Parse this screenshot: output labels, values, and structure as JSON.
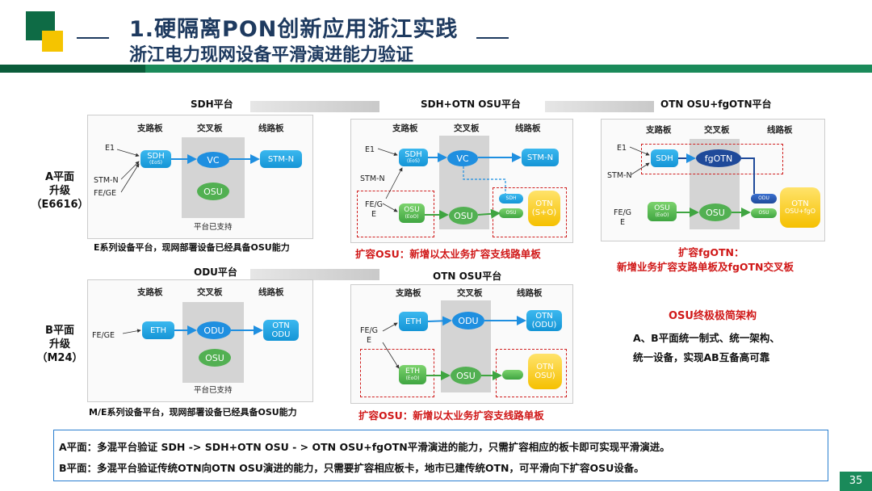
{
  "header": {
    "title": "1.硬隔离PON创新应用浙江实践",
    "subtitle": "浙江电力现网设备平滑演进能力验证"
  },
  "page_number": "35",
  "planes": {
    "a": [
      "A平面",
      "升级",
      "（E6616）"
    ],
    "b": [
      "B平面",
      "升级",
      "（M24）"
    ]
  },
  "panels": {
    "sdh": {
      "title": "SDH平台",
      "cols": [
        "支路板",
        "交叉板",
        "线路板"
      ],
      "inputs": [
        "E1",
        "STM-N",
        "FE/GE"
      ],
      "nodes": {
        "sdh": "SDH",
        "sdh_sub": "(EoS)",
        "vc": "VC",
        "stm": "STM-N",
        "osu": "OSU"
      },
      "note": "平台已支持",
      "caption": "E系列设备平台，现网部署设备已经具备OSU能力"
    },
    "sdh_otn": {
      "title": "SDH+OTN OSU平台",
      "cols": [
        "支路板",
        "交叉板",
        "线路板"
      ],
      "inputs": [
        "E1",
        "STM-N",
        "FE/G",
        "E"
      ],
      "nodes": {
        "sdh": "SDH",
        "sdh_sub": "(EoS)",
        "vc": "VC",
        "stm": "STM-N",
        "osu_trib": "OSU",
        "osu_trib_sub": "(EoO)",
        "osu": "OSU",
        "sdh_small": "SDH",
        "osu_small": "OSU",
        "otn": "OTN",
        "otn_sub": "(S+O)"
      },
      "caption": "扩容OSU：新增以太业务扩容支线路单板"
    },
    "fgotn": {
      "title": "OTN OSU+fgOTN平台",
      "cols": [
        "支路板",
        "交叉板",
        "线路板"
      ],
      "inputs": [
        "E1",
        "STM-N",
        "FE/G",
        "E"
      ],
      "nodes": {
        "sdh": "SDH",
        "fgotn": "fgOTN",
        "osu_trib": "OSU",
        "osu_trib_sub": "(EoO)",
        "osu": "OSU",
        "odu_small": "ODU",
        "osu_small": "OSU",
        "otn": "OTN",
        "otn_sub": "OSU+fgO"
      },
      "caption": [
        "扩容fgOTN：",
        "新增业务扩容支路单板及fgOTN交叉板"
      ]
    },
    "odu": {
      "title": "ODU平台",
      "cols": [
        "支路板",
        "交叉板",
        "线路板"
      ],
      "inputs": [
        "FE/GE"
      ],
      "nodes": {
        "eth": "ETH",
        "odu": "ODU",
        "otn": "OTN",
        "otn_sub": "ODU",
        "osu": "OSU"
      },
      "note": "平台已支持",
      "caption": "M/E系列设备平台，现网部署设备已经具备OSU能力"
    },
    "otn_osu": {
      "title": "OTN OSU平台",
      "cols": [
        "支路板",
        "交叉板",
        "线路板"
      ],
      "inputs": [
        "FE/G",
        "E"
      ],
      "nodes": {
        "eth": "ETH",
        "odu": "ODU",
        "otn": "OTN",
        "otn_sub": "(ODU)",
        "eth2": "ETH",
        "eth2_sub": "(EoO)",
        "osu": "OSU",
        "otn2": "OTN",
        "otn2_sub": "OSU)"
      },
      "caption": "扩容OSU：新增以太业务扩容支线路单板"
    }
  },
  "summary": {
    "heading": "OSU终极极简架构",
    "line1": "A、B平面统一制式、统一架构、",
    "line2": "统一设备，实现AB互备高可靠"
  },
  "bottom": {
    "line_a": "A平面：多混平台验证 SDH -> SDH+OTN OSU - > OTN OSU+fgOTN平滑演进的能力，只需扩容相应的板卡即可实现平滑演进。",
    "line_b": "B平面：多混平台验证传统OTN向OTN OSU演进的能力，只需要扩容相应板卡，地市已建传统OTN，可平滑向下扩容OSU设备。"
  },
  "colors": {
    "title": "#1e3a5f",
    "green": "#1a8a5a",
    "accent_red": "#d01818",
    "blue": "#1f8fe0"
  }
}
